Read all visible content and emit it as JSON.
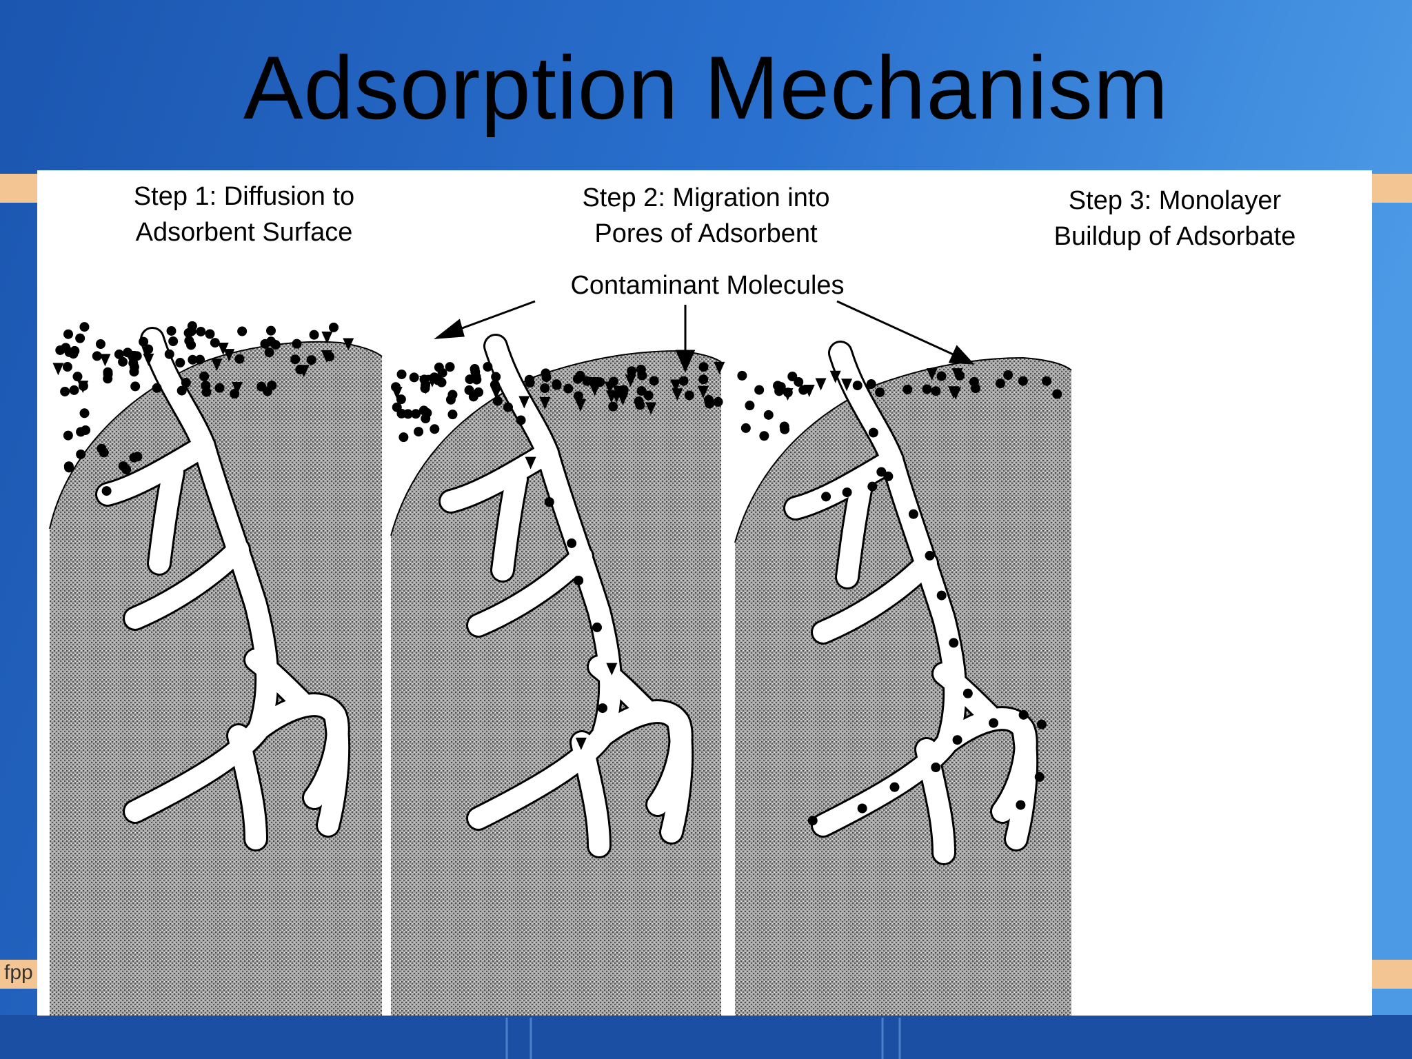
{
  "slide": {
    "title": "Adsorption Mechanism",
    "footer": "fpp"
  },
  "diagram": {
    "steps": [
      {
        "line1": "Step 1: Diffusion to",
        "line2": "Adsorbent Surface"
      },
      {
        "line1": "Step 2: Migration into",
        "line2": "Pores of Adsorbent"
      },
      {
        "line1": "Step 3: Monolayer",
        "line2": "Buildup of Adsorbate"
      }
    ],
    "pointer_label": "Contaminant Molecules"
  },
  "colors": {
    "background_top": "#1b56b0",
    "background_mid": "#3a8ae0",
    "accent_bar": "#f2c592",
    "adsorbent_fill": "#a8a8a8"
  }
}
